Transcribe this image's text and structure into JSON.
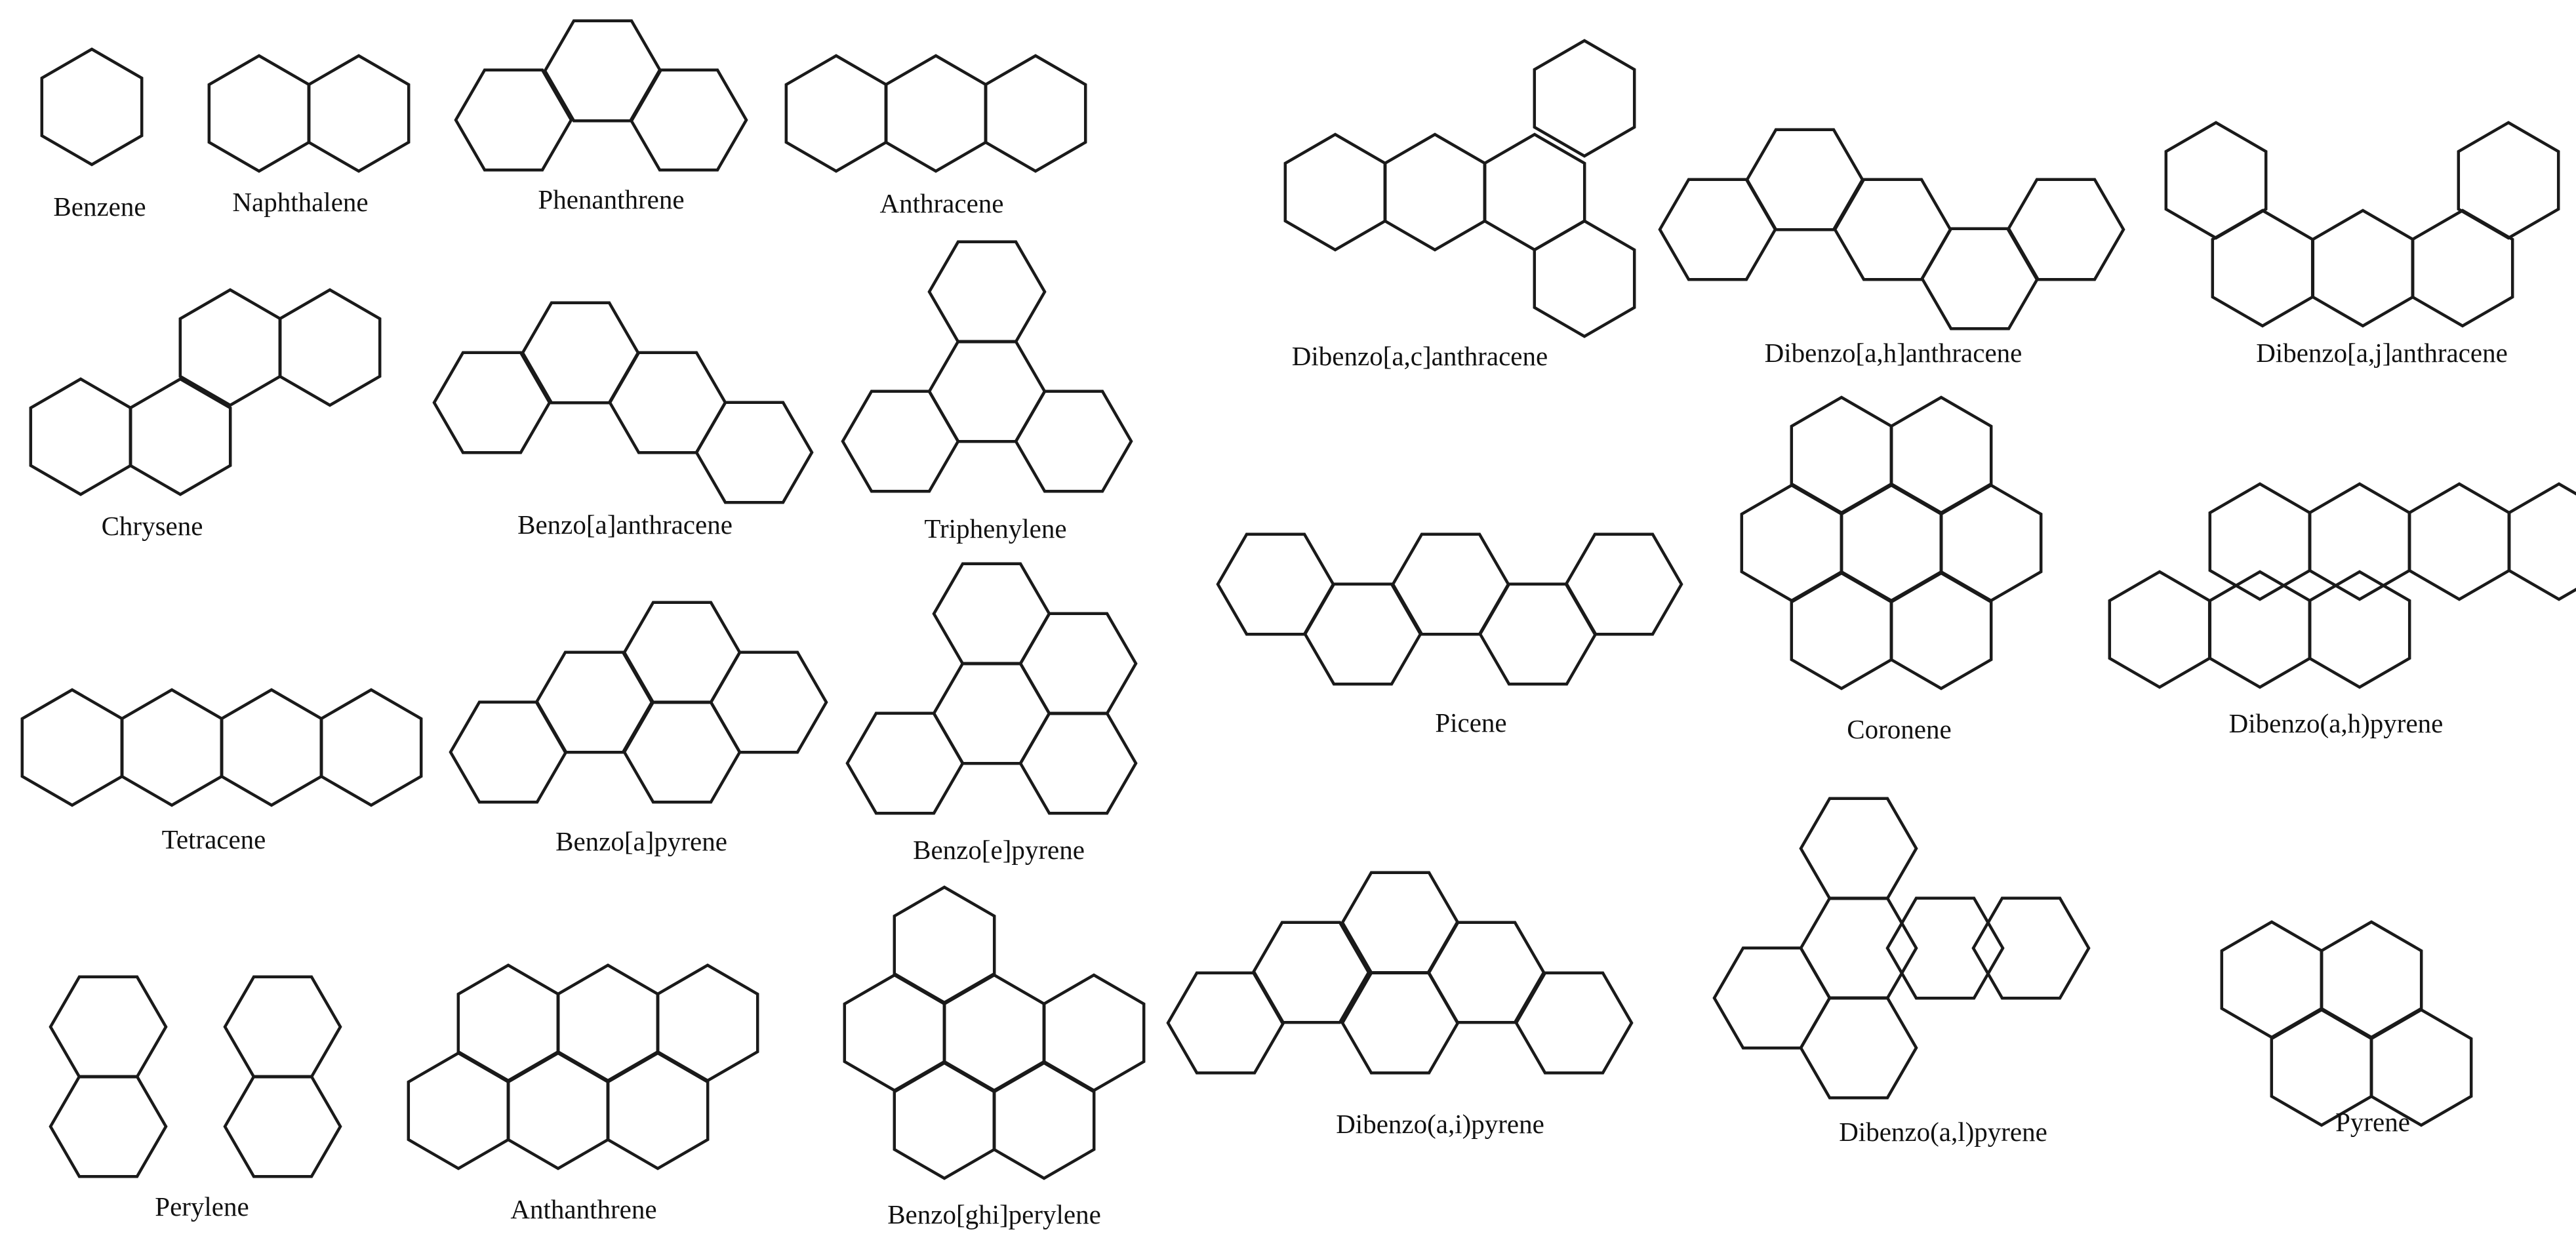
{
  "molecules": [
    {
      "name": "Benzene"
    },
    {
      "name": "Naphthalene"
    },
    {
      "name": "Phenanthrene"
    },
    {
      "name": "Anthracene"
    },
    {
      "name": "Dibenzo[a,c]anthracene"
    },
    {
      "name": "Dibenzo[a,h]anthracene"
    },
    {
      "name": "Dibenzo[a,j]anthracene"
    },
    {
      "name": "Chrysene"
    },
    {
      "name": "Benzo[a]anthracene"
    },
    {
      "name": "Triphenylene"
    },
    {
      "name": "Picene"
    },
    {
      "name": "Coronene"
    },
    {
      "name": "Dibenzo(a,h)pyrene"
    },
    {
      "name": "Tetracene"
    },
    {
      "name": "Benzo[a]pyrene"
    },
    {
      "name": "Benzo[e]pyrene"
    },
    {
      "name": "Perylene"
    },
    {
      "name": "Anthanthrene"
    },
    {
      "name": "Benzo[ghi]perylene"
    },
    {
      "name": "Dibenzo(a,i)pyrene"
    },
    {
      "name": "Dibenzo(a,l)pyrene"
    },
    {
      "name": "Pyrene"
    }
  ]
}
